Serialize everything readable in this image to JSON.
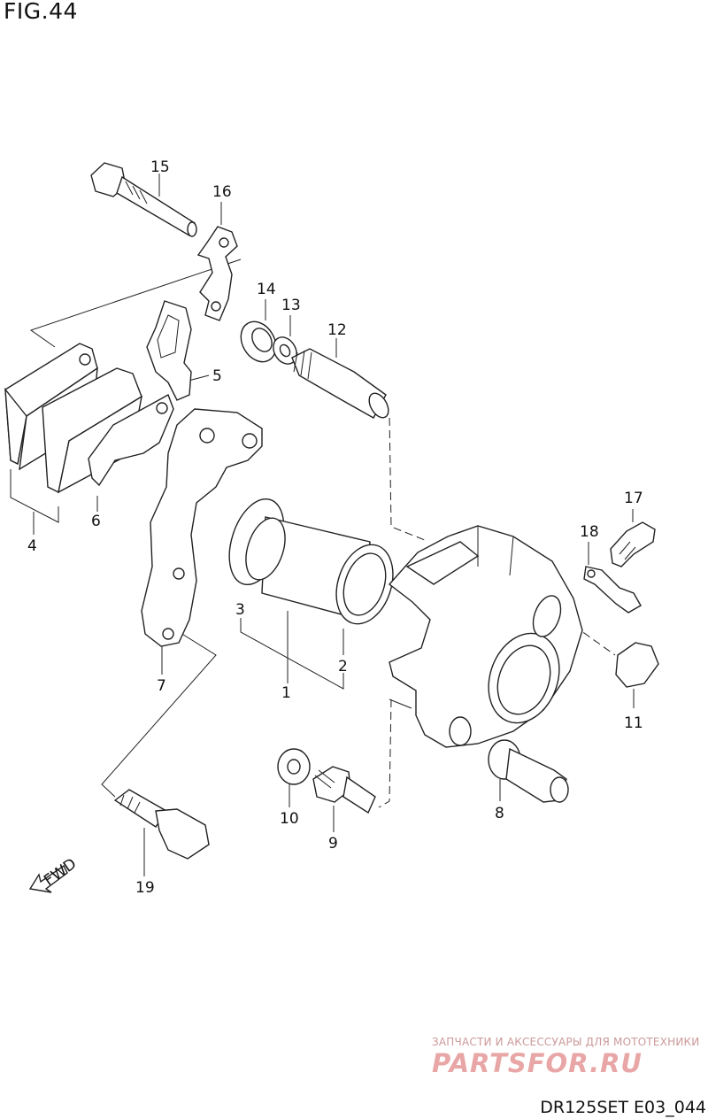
{
  "figure": {
    "title": "FIG.44",
    "code": "DR125SET E03_044"
  },
  "watermark": {
    "caption": "ЗАПЧАСТИ И АКСЕССУАРЫ ДЛЯ МОТОТЕХНИКИ",
    "logo": "PARTSFOR.RU"
  },
  "fwd_label": "FWD",
  "callouts": {
    "c1": "1",
    "c2": "2",
    "c3": "3",
    "c4": "4",
    "c5": "5",
    "c6": "6",
    "c7": "7",
    "c8": "8",
    "c9": "9",
    "c10": "10",
    "c11": "11",
    "c12": "12",
    "c13": "13",
    "c14": "14",
    "c15": "15",
    "c16": "16",
    "c17": "17",
    "c18": "18",
    "c19": "19"
  }
}
